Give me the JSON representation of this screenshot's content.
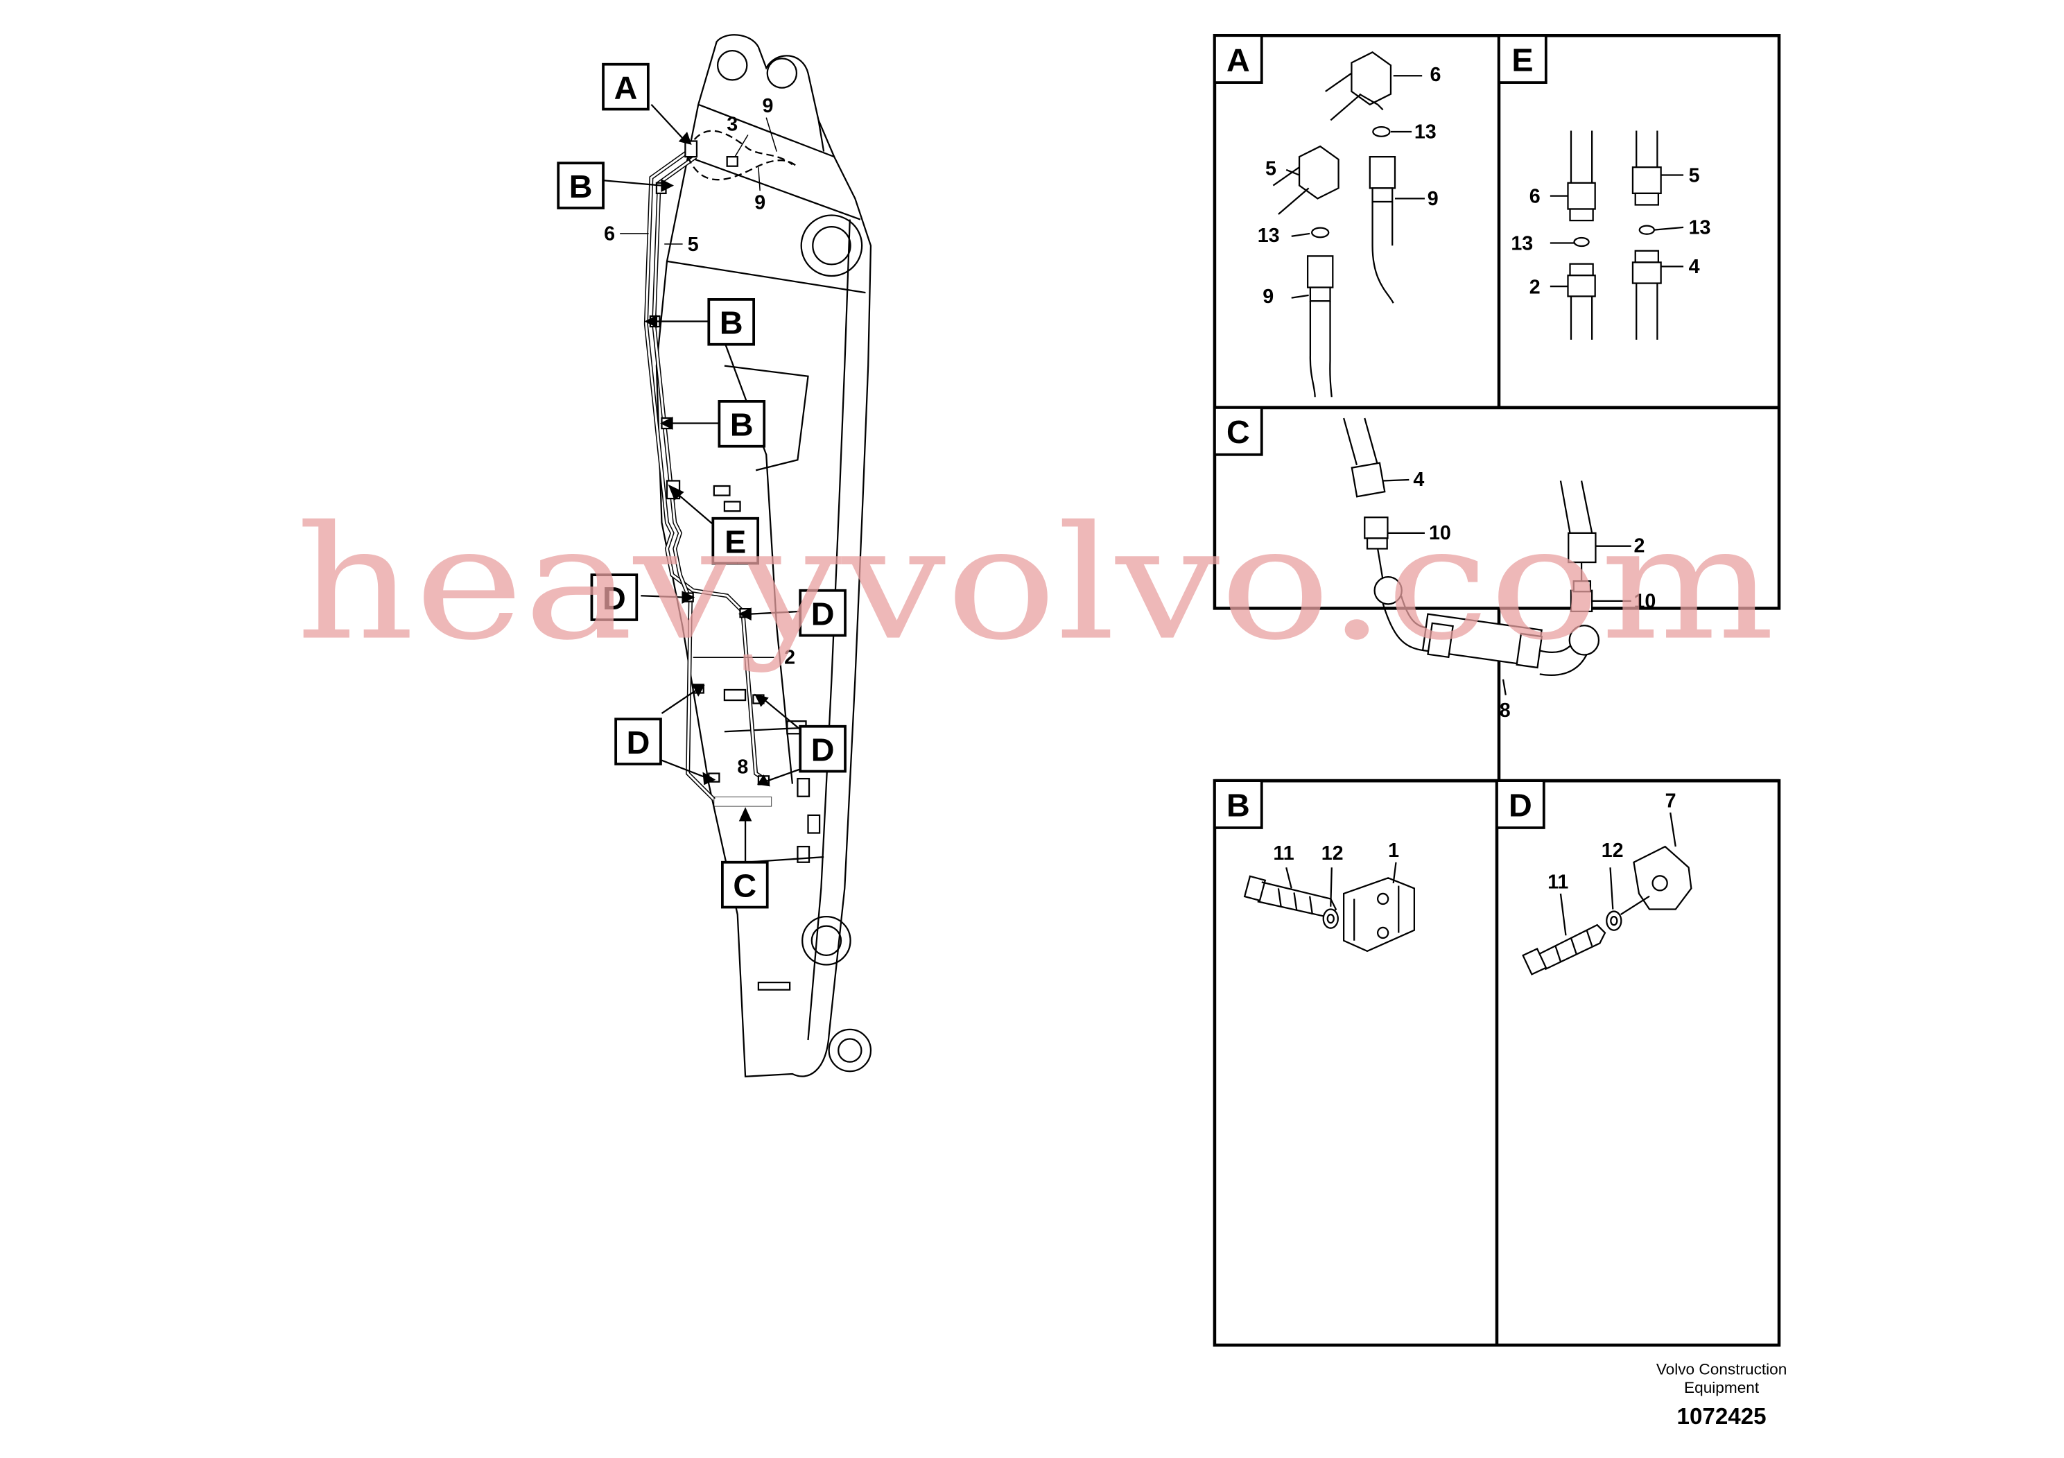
{
  "callouts": {
    "A": "A",
    "B": "B",
    "C": "C",
    "D": "D",
    "E": "E",
    "n1": "1",
    "n2": "2",
    "n3": "3",
    "n4": "4",
    "n5": "5",
    "n6": "6",
    "n7": "7",
    "n8": "8",
    "n9": "9",
    "n10": "10",
    "n11": "11",
    "n12": "12",
    "n13": "13"
  },
  "footer": {
    "line1": "Volvo Construction",
    "line2": "Equipment",
    "drawing_number": "1072425"
  },
  "watermark": "heavyvolvo.com",
  "colors": {
    "line": "#000000",
    "watermark": "#e8a0a0",
    "background": "#ffffff"
  }
}
